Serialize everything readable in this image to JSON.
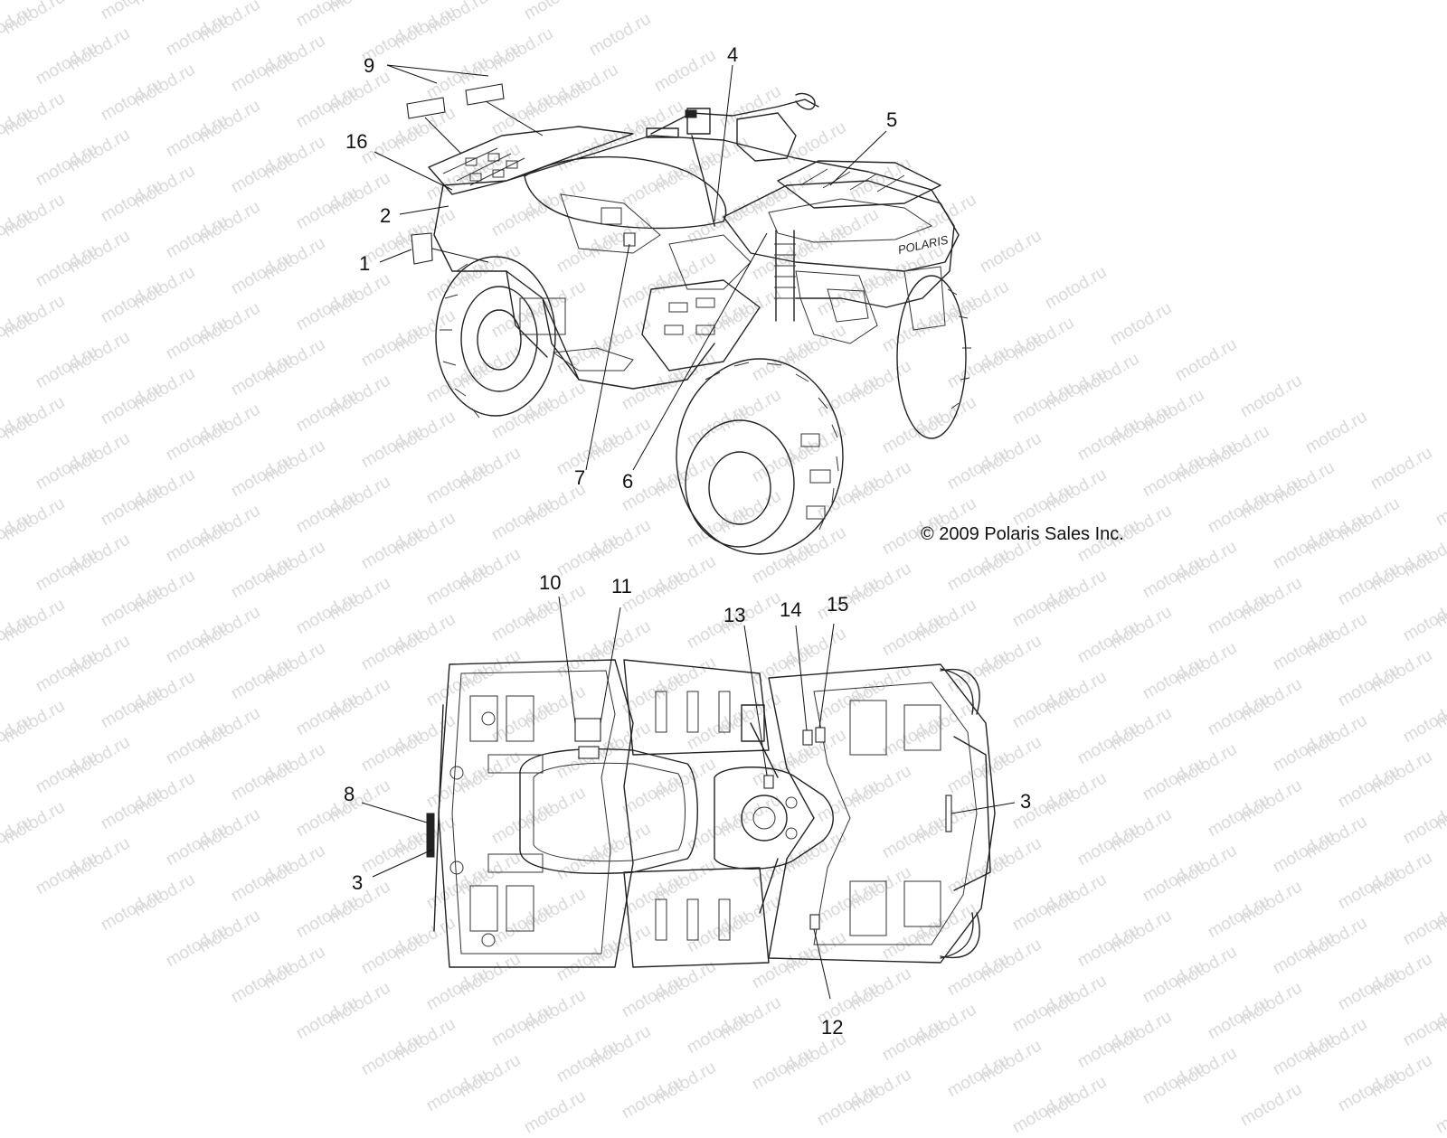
{
  "watermark": "motod.ru",
  "copyright": "© 2009 Polaris Sales Inc.",
  "vehicle_logo": "POLARIS",
  "callouts": {
    "c1": "1",
    "c2": "2",
    "c3_left": "3",
    "c3_right": "3",
    "c4": "4",
    "c5": "5",
    "c6": "6",
    "c7": "7",
    "c8": "8",
    "c9": "9",
    "c10": "10",
    "c11": "11",
    "c12": "12",
    "c13": "13",
    "c14": "14",
    "c15": "15",
    "c16": "16"
  }
}
